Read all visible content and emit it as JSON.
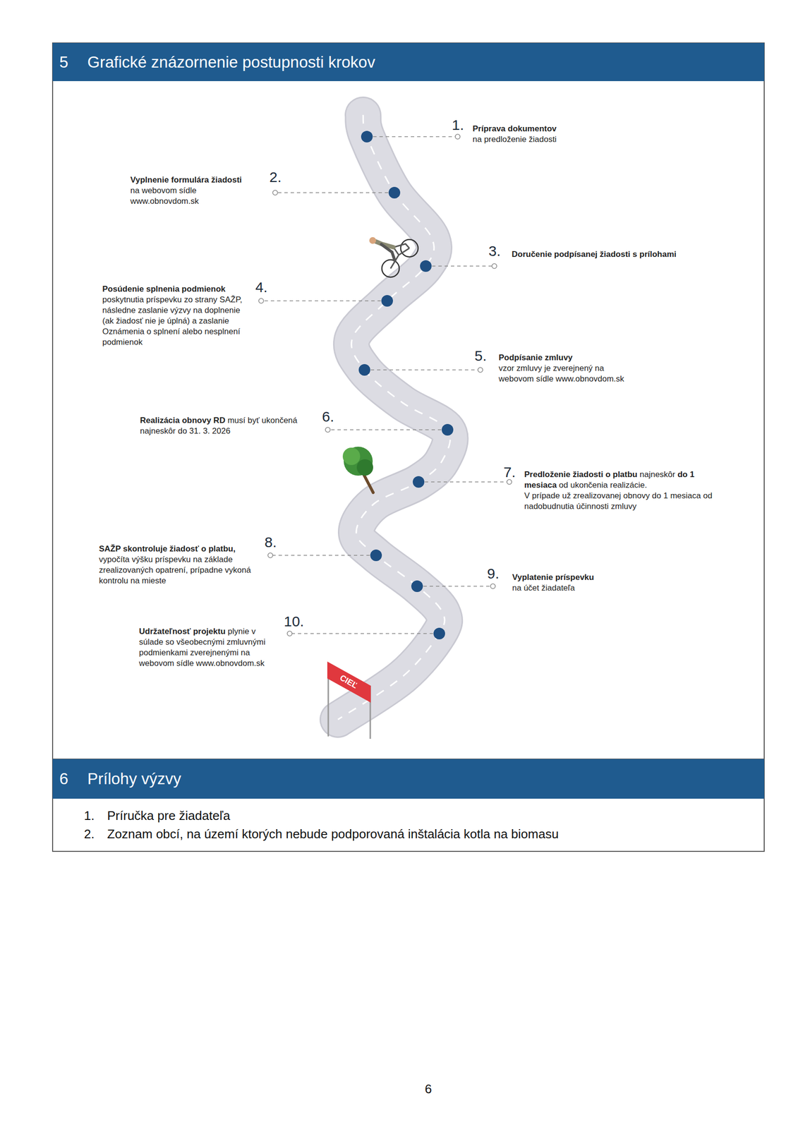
{
  "diagram": {
    "nodes": [
      {
        "text": [
          "5",
          "Grafické znázornenie postupnosti krokov"
        ]
      },
      {
        "text": [
          "6",
          "Prílohy výzvy"
        ]
      }
    ],
    "labels": [
      "1.",
      "Príprava dokumentov",
      "na predloženie žiadosti",
      "2.",
      "Vyplnenie formulára žiadosti",
      "na webovom sídle www.obnovdom.sk",
      "3.",
      "Doručenie podpísanej žiadosti s prílohami",
      "4.",
      "Posúdenie splnenia podmienok",
      "poskytnutia príspevku zo strany SAŽP, následne zaslanie výzvy na doplnenie (ak žiadosť nie je úplná) a zaslanie Oznámenia o splnení alebo nesplnení podmienok",
      "5.",
      "Podpísanie zmluvy",
      "vzor zmluvy je zverejnený na webovom sídle www.obnovdom.sk",
      "6.",
      "Realizácia obnovy RD",
      "musí byť ukončená najneskôr do 31. 3. 2026",
      "7.",
      "Predloženie žiadosti o platbu",
      "najneskôr",
      "do 1 mesiaca",
      "od ukončenia realizácie.",
      "V prípade už zrealizovanej obnovy do 1 mesiaca od nadobudnutia účinnosti zmluvy",
      "8.",
      "SAŽP skontroluje žiadosť o platbu,",
      "vypočíta výšku príspevku na základe zrealizovaných opatrení, prípadne vykoná kontrolu na mieste",
      "9.",
      "Vyplatenie príspevku",
      "na účet žiadateľa",
      "10.",
      "Udržateľnosť projektu",
      "plynie v súlade so všeobecnými zmluvnými podmienkami zverejnenými na webovom sídle www.obnovdom.sk",
      "CIEĽ",
      "1.",
      "Príručka pre žiadateľa",
      "2.",
      "Zoznam obcí, na území ktorých nebude podporovaná inštalácia kotla na biomasu",
      "6"
    ]
  }
}
